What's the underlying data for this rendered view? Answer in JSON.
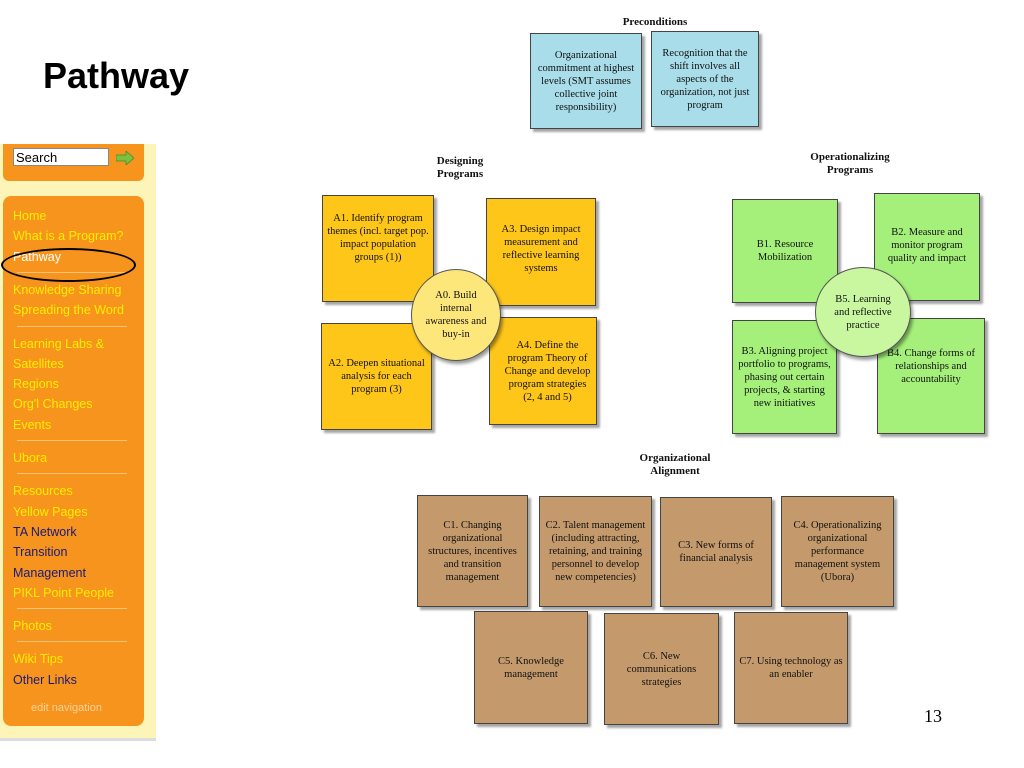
{
  "slide": {
    "title": "Pathway",
    "page_number": "13"
  },
  "sidebar": {
    "search_value": "Search",
    "search_go_icon": "arrow-right-icon",
    "groups": [
      [
        {
          "label": "Home",
          "style": "yellow"
        },
        {
          "label": "What is a Program?",
          "style": "yellow"
        },
        {
          "label": "Pathway",
          "style": "white"
        }
      ],
      [
        {
          "label": "Knowledge Sharing",
          "style": "yellow"
        },
        {
          "label": "Spreading the Word",
          "style": "yellow"
        }
      ],
      [
        {
          "label": "Learning Labs &",
          "style": "yellow"
        },
        {
          "label": "Satellites",
          "style": "yellow"
        },
        {
          "label": "Regions",
          "style": "yellow"
        },
        {
          "label": "Org'l Changes",
          "style": "yellow"
        },
        {
          "label": "Events",
          "style": "yellow"
        }
      ],
      [
        {
          "label": "Ubora",
          "style": "yellow"
        }
      ],
      [
        {
          "label": "Resources",
          "style": "yellow"
        },
        {
          "label": "Yellow Pages",
          "style": "yellow"
        },
        {
          "label": "TA Network",
          "style": "dark"
        },
        {
          "label": "Transition",
          "style": "dark"
        },
        {
          "label": "Management",
          "style": "dark"
        },
        {
          "label": "PIKL Point People",
          "style": "yellow"
        }
      ],
      [
        {
          "label": "Photos",
          "style": "yellow"
        }
      ],
      [
        {
          "label": "Wiki Tips",
          "style": "yellow"
        },
        {
          "label": "Other Links",
          "style": "dark"
        }
      ]
    ],
    "edit_label": "edit navigation"
  },
  "diagram": {
    "preconditions": {
      "header": "Preconditions",
      "boxes": [
        "Organizational commitment at highest levels (SMT assumes collective joint responsibility)",
        "Recognition that the shift involves all aspects of the organization, not just program"
      ]
    },
    "designing": {
      "header": "Designing Programs",
      "a1": "A1. Identify program themes (incl. target pop. impact population groups (1))",
      "a2": "A2. Deepen situational analysis for each program (3)",
      "a3": "A3. Design impact measurement and reflective learning systems",
      "a4": "A4. Define the program Theory of Change and develop program strategies (2, 4 and 5)",
      "a0": "A0. Build internal awareness and buy-in"
    },
    "operationalizing": {
      "header": "Operationalizing Programs",
      "b1": "B1. Resource Mobilization",
      "b2": "B2. Measure and monitor program quality and impact",
      "b3": "B3. Aligning project portfolio to programs, phasing out certain projects, & starting new initiatives",
      "b4": "B4. Change forms of relationships and accountability",
      "b5": "B5. Learning and reflective practice"
    },
    "alignment": {
      "header": "Organizational Alignment",
      "c1": "C1. Changing organizational structures, incentives and transition management",
      "c2": "C2. Talent management (including attracting, retaining, and training personnel to develop new competencies)",
      "c3": "C3. New forms of financial analysis",
      "c4": "C4. Operationalizing organizational performance management system (Ubora)",
      "c5": "C5. Knowledge management",
      "c6": "C6. New communications strategies",
      "c7": "C7. Using technology as an enabler"
    }
  }
}
